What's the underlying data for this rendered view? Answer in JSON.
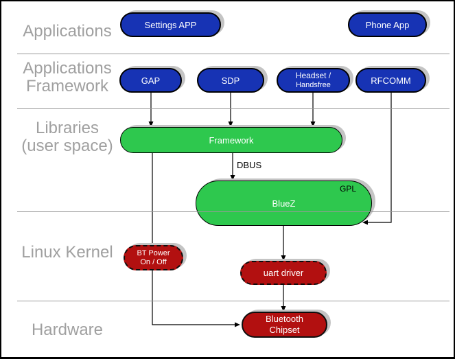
{
  "layer_labels": {
    "applications": {
      "line1": "Applications"
    },
    "applications_framework": {
      "line1": "Applications",
      "line2": "Framework"
    },
    "libraries": {
      "line1": "Libraries",
      "line2": "(user space)"
    },
    "linux_kernel": {
      "line1": "Linux Kernel"
    },
    "hardware": {
      "line1": "Hardware"
    }
  },
  "nodes": {
    "settings_app": {
      "label": "Settings APP"
    },
    "phone_app": {
      "label": "Phone App"
    },
    "gap": {
      "label": "GAP"
    },
    "sdp": {
      "label": "SDP"
    },
    "headset_handsfree": {
      "line1": "Headset /",
      "line2": "Handsfree"
    },
    "rfcomm": {
      "label": "RFCOMM"
    },
    "framework": {
      "label": "Framework"
    },
    "bluez": {
      "label": "BlueZ",
      "license_badge": "GPL"
    },
    "bt_power": {
      "line1": "BT Power",
      "line2": "On / Off"
    },
    "uart_driver": {
      "label": "uart driver"
    },
    "bluetooth_chipset": {
      "line1": "Bluetooth",
      "line2": "Chipset"
    }
  },
  "connector_labels": {
    "dbus": "DBUS"
  },
  "colors": {
    "application_node_blue": "#1733b4",
    "userspace_node_green": "#2ec84e",
    "kernel_node_red": "#b21010",
    "node_text": "#ffffff",
    "node_shadow": "#c4c4c4",
    "divider_gray": "#999999",
    "layer_label_gray": "#a0a0a0",
    "connector_black": "#000000"
  }
}
